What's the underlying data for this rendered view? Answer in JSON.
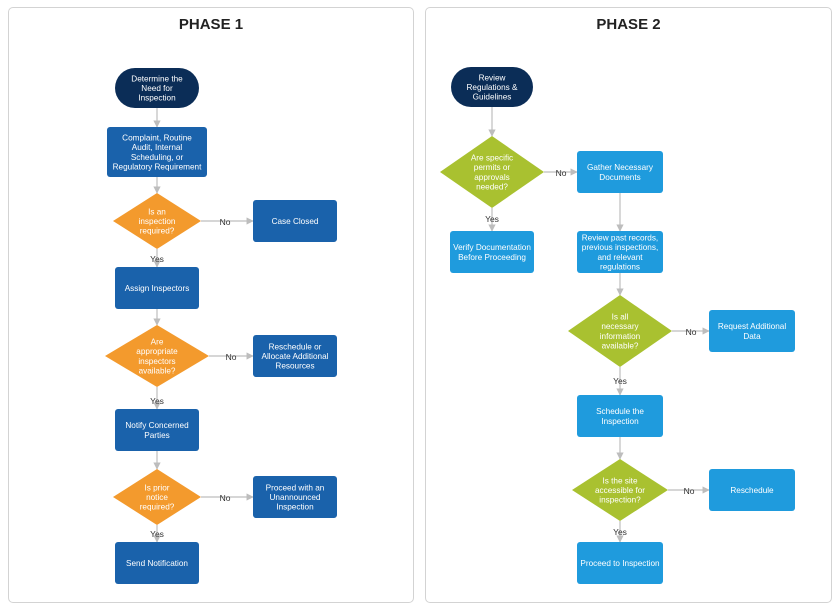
{
  "colors": {
    "start_dark": "#0b2d57",
    "process_dark": "#1a62ab",
    "process_light": "#1f9bdd",
    "decision_orange": "#f39a2d",
    "decision_green": "#a9c130",
    "edge": "#bdbdbd",
    "panel_border": "#d3d3d3"
  },
  "phase1": {
    "title": "PHASE 1",
    "nodes": {
      "start": [
        "Determine the",
        "Need for",
        "Inspection"
      ],
      "complaint": [
        "Complaint, Routine",
        "Audit, Internal",
        "Scheduling, or",
        "Regulatory Requirement"
      ],
      "q_required": [
        "Is an",
        "inspection",
        "required?"
      ],
      "case_closed": [
        "Case Closed"
      ],
      "assign": [
        "Assign Inspectors"
      ],
      "q_available": [
        "Are",
        "appropriate",
        "inspectors",
        "available?"
      ],
      "reschedule": [
        "Reschedule or",
        "Allocate Additional",
        "Resources"
      ],
      "notify": [
        "Notify Concerned",
        "Parties"
      ],
      "q_notice": [
        "Is prior",
        "notice",
        "required?"
      ],
      "unannounced": [
        "Proceed with an",
        "Unannounced",
        "Inspection"
      ],
      "send": [
        "Send Notification"
      ]
    },
    "labels": {
      "no1": "No",
      "yes1": "Yes",
      "no2": "No",
      "yes2": "Yes",
      "no3": "No",
      "yes3": "Yes"
    }
  },
  "phase2": {
    "title": "PHASE 2",
    "nodes": {
      "start": [
        "Review",
        "Regulations &",
        "Guidelines"
      ],
      "q_permits": [
        "Are specific",
        "permits or",
        "approvals",
        "needed?"
      ],
      "gather": [
        "Gather Necessary",
        "Documents"
      ],
      "verify": [
        "Verify Documentation",
        "Before Proceeding"
      ],
      "review": [
        "Review past records,",
        "previous inspections,",
        "and relevant",
        "regulations"
      ],
      "q_info": [
        "Is all",
        "necessary",
        "information",
        "available?"
      ],
      "request": [
        "Request Additional",
        "Data"
      ],
      "schedule": [
        "Schedule the",
        "Inspection"
      ],
      "q_access": [
        "Is the site",
        "accessible for",
        "inspection?"
      ],
      "reschedule": [
        "Reschedule"
      ],
      "proceed": [
        "Proceed to Inspection"
      ]
    },
    "labels": {
      "no1": "No",
      "yes1": "Yes",
      "no2": "No",
      "yes2": "Yes",
      "no3": "No",
      "yes3": "Yes"
    }
  }
}
